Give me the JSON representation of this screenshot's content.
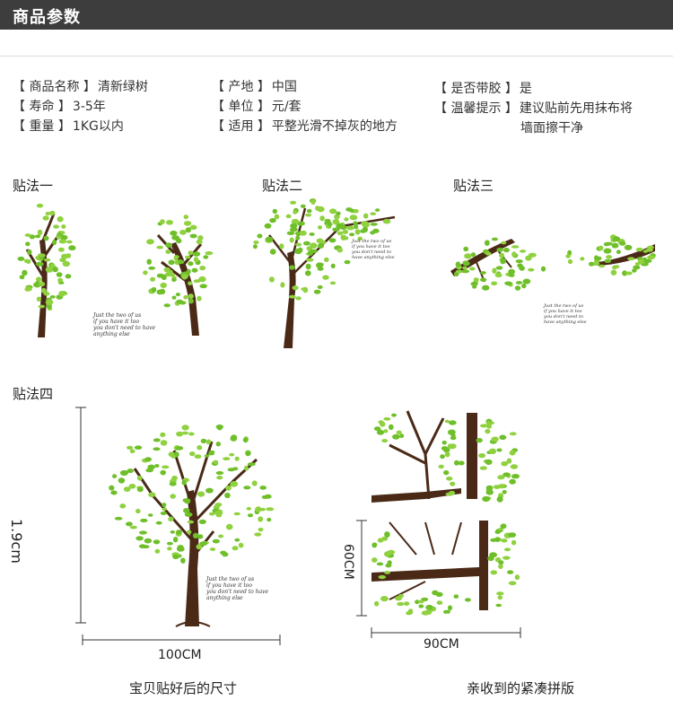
{
  "header": {
    "title": "商品参数"
  },
  "specs": {
    "col1": [
      {
        "key": "【 商品名称 】",
        "value": "清新绿树"
      },
      {
        "key": "【 寿命 】",
        "value": "3-5年"
      },
      {
        "key": "【 重量 】",
        "value": "1KG以内"
      }
    ],
    "col2": [
      {
        "key": "【 产地 】",
        "value": "中国"
      },
      {
        "key": "【 单位 】",
        "value": "元/套"
      },
      {
        "key": "【 适用 】",
        "value": "平整光滑不掉灰的地方"
      }
    ],
    "col3": [
      {
        "key": "【 是否带胶 】",
        "value": "是"
      },
      {
        "key": "【 温馨提示 】",
        "value": "建议贴前先用抹布将"
      },
      {
        "key": "",
        "value": "墙面擦干净"
      }
    ]
  },
  "methods": {
    "m1": "贴法一",
    "m2": "贴法二",
    "m3": "贴法三",
    "m4": "贴法四"
  },
  "dimensions": {
    "height": "1.9cm",
    "width": "100CM",
    "panel_height": "60CM",
    "panel_width": "90CM"
  },
  "captions": {
    "assembled": "宝贝贴好后的尺寸",
    "received": "亲收到的紧凑拼版"
  },
  "quote": {
    "line1": "Just the two of us",
    "line2": "if you have it too",
    "line3": "you don't need to have anything else"
  },
  "colors": {
    "leaf": "#8fd13f",
    "leaf_dark": "#6fbf2a",
    "trunk": "#4a2a17",
    "header_bg": "#3d3d3d"
  }
}
